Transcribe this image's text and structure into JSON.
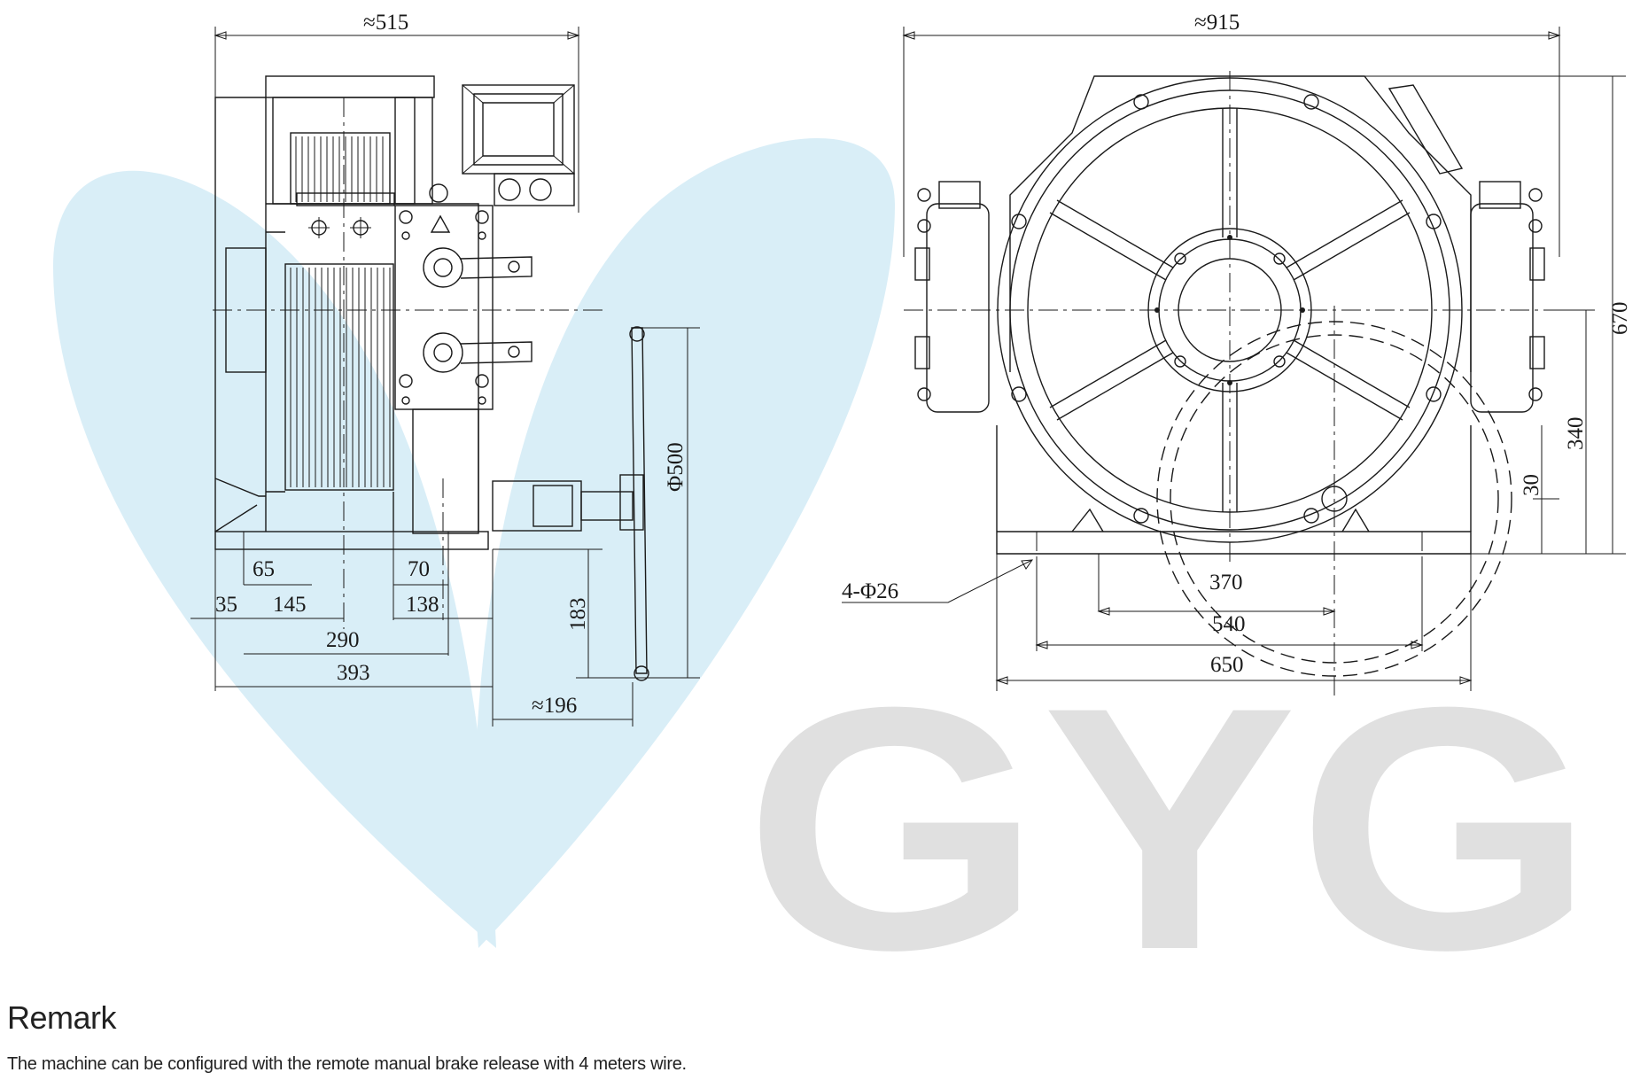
{
  "colors": {
    "watermark_leaf": "#d9eef7",
    "watermark_letters": "#e0e0e0",
    "line": "#1a1a1a"
  },
  "watermark": {
    "logo_text": "GYG"
  },
  "side_view": {
    "overall_width": "≈515",
    "dims_bottom": [
      "35",
      "65",
      "145",
      "290",
      "393",
      "70",
      "138"
    ],
    "height_183": "183",
    "sheave_diameter": "Φ500",
    "overhang": "≈196"
  },
  "front_view": {
    "overall_width": "≈915",
    "height_670": "670",
    "height_340": "340",
    "offset_30": "30",
    "bolt_holes": "4-Φ26",
    "dims_bottom": [
      "370",
      "540",
      "650"
    ]
  },
  "remark": {
    "title": "Remark",
    "text": "The machine can be configured with the remote manual brake release with 4 meters wire."
  }
}
